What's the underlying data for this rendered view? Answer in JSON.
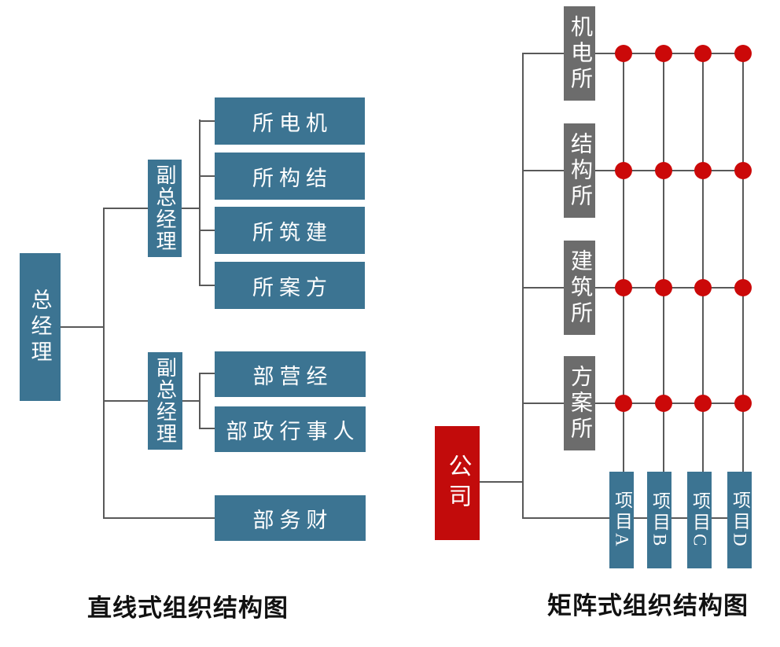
{
  "colors": {
    "node_teal": "#3C7492",
    "dept_gray": "#6C6C6C",
    "accent_red": "#C20B0B",
    "dot_red": "#CB0909",
    "line_gray": "#595959",
    "caption_black": "#111111"
  },
  "linear": {
    "caption": "直线式组织结构图",
    "root": "总经理",
    "vice1": {
      "label": "副总经理",
      "children": [
        "所电机",
        "所构结",
        "所筑建",
        "所案方"
      ]
    },
    "vice2": {
      "label": "副总经理",
      "children": [
        "部营经",
        "部政行事人"
      ]
    },
    "direct": "部务财"
  },
  "matrix": {
    "caption": "矩阵式组织结构图",
    "company": "公司",
    "institutes": [
      "机电所",
      "结构所",
      "建筑所",
      "方案所"
    ],
    "projects": [
      "项目A",
      "项目B",
      "项目C",
      "项目D"
    ]
  }
}
